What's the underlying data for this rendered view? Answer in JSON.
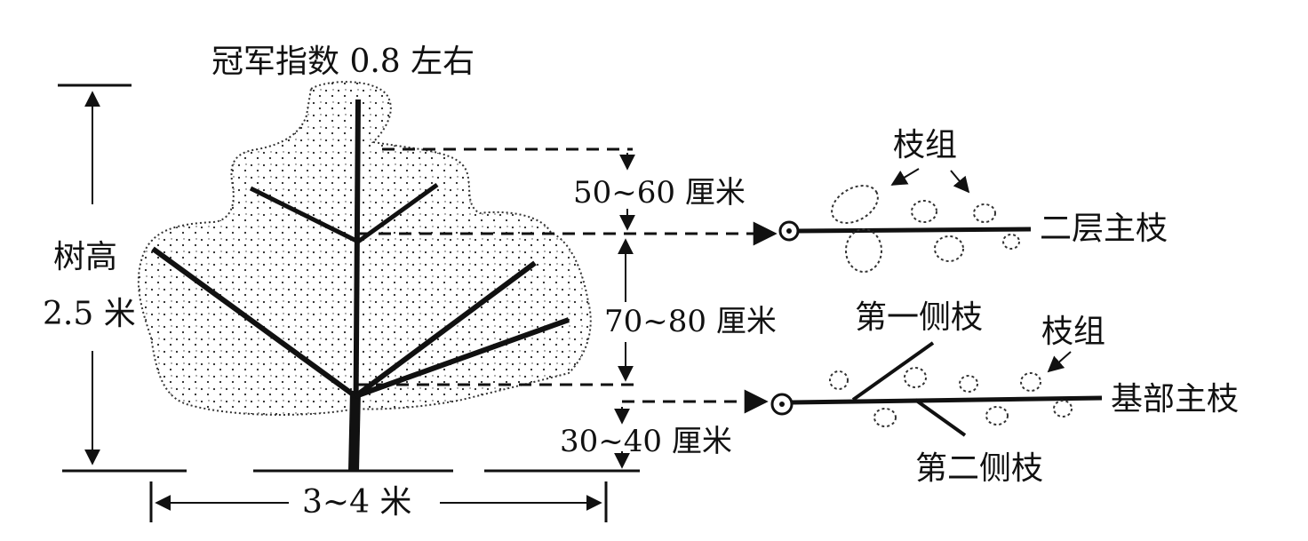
{
  "diagram": {
    "title": "冠军指数 0.8 左右",
    "tree_height": {
      "label": "树高",
      "value": "2.5 米"
    },
    "crown_width": "3~4 米",
    "spacing": {
      "upper": "50~60 厘米",
      "middle": "70~80 厘米",
      "lower": "30~40 厘米"
    },
    "branches": {
      "upper_main": "二层主枝",
      "upper_group": "枝组",
      "base_main": "基部主枝",
      "base_group": "枝组",
      "first_side": "第一侧枝",
      "second_side": "第二侧枝"
    }
  }
}
